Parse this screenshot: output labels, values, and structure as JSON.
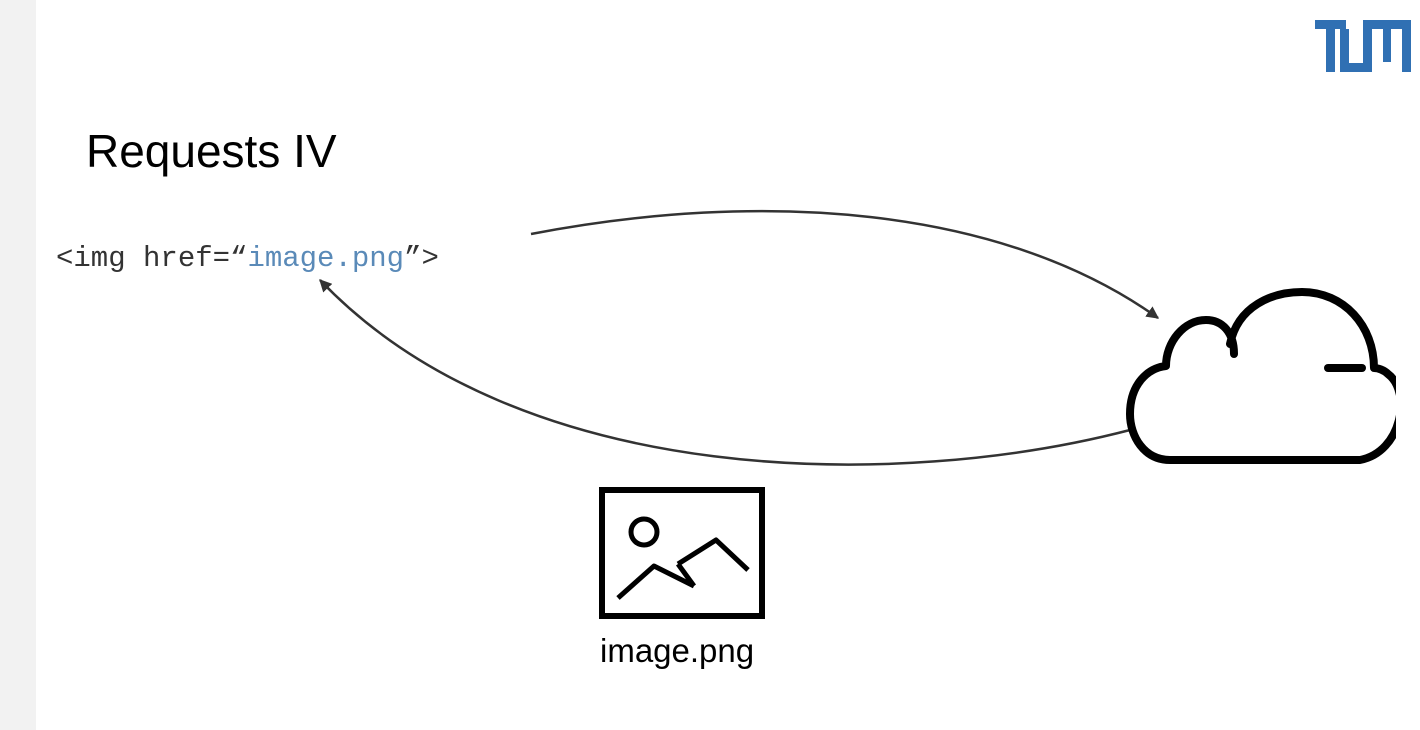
{
  "slide": {
    "title": "Requests IV",
    "logo_text": "TUM",
    "code": {
      "before": "<img href=“",
      "value": "image.png",
      "after": "”>"
    },
    "file_caption": "image.png"
  },
  "colors": {
    "tum_blue": "#3070b3",
    "code_value": "#5a8ab8",
    "arrow": "#333333",
    "icon_stroke": "#000000"
  },
  "icons": {
    "server": "cloud-icon",
    "file": "image-file-icon"
  }
}
